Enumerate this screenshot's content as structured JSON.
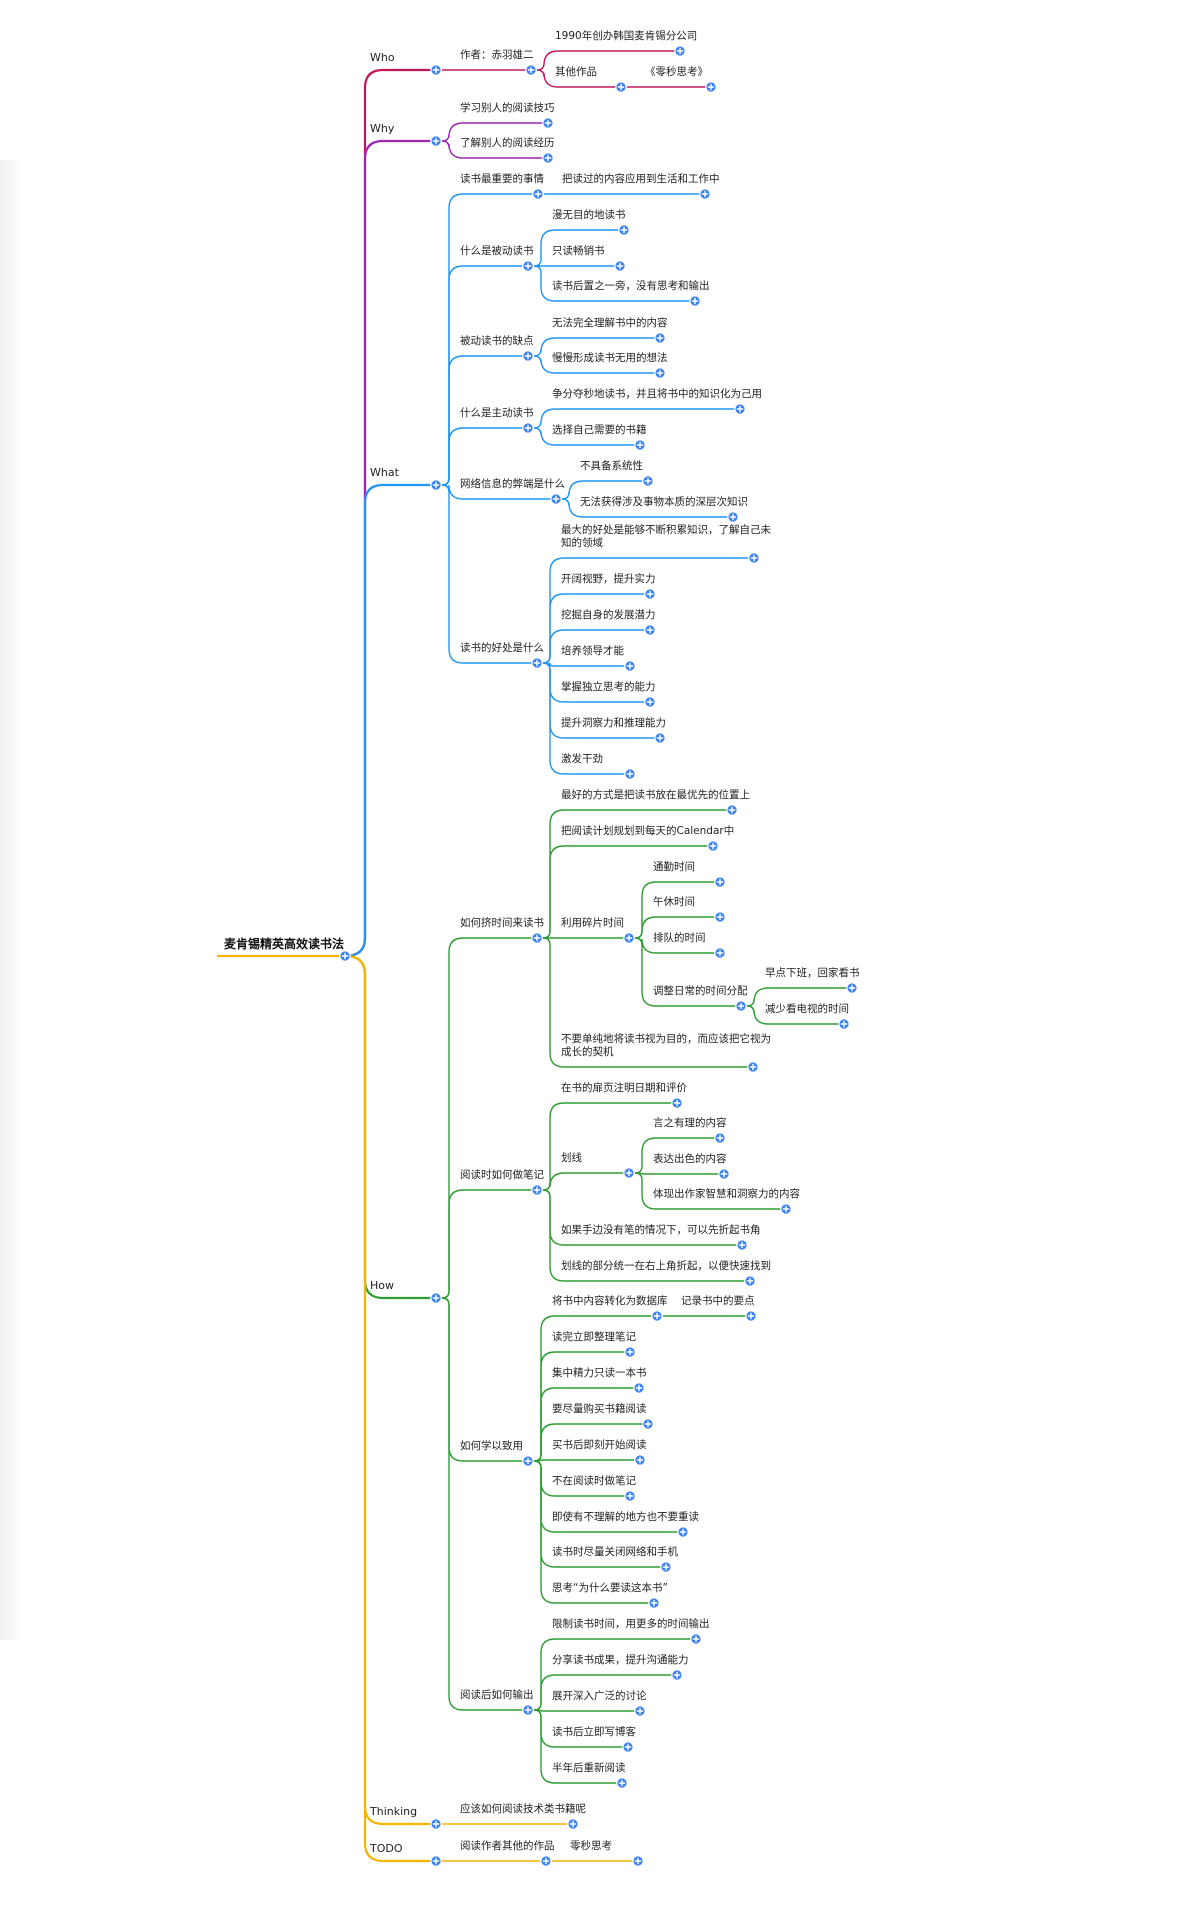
{
  "title": "麦肯锡精英高效读书法",
  "colors": {
    "Who": "#c2185b",
    "Why": "#9c27b0",
    "What": "#2196f3",
    "How": "#2e9d33",
    "Thinking": "#f4b400",
    "TODO": "#f4b400",
    "root": "#f4b400",
    "knob": "#3b82f6"
  },
  "branches": [
    {
      "label": "Who",
      "children": [
        {
          "label": "作者：赤羽雄二",
          "children": [
            {
              "label": "1990年创办韩国麦肯锡分公司"
            },
            {
              "label": "其他作品",
              "children": [
                {
                  "label": "《零秒思考》"
                }
              ]
            }
          ]
        }
      ]
    },
    {
      "label": "Why",
      "children": [
        {
          "label": "学习别人的阅读技巧"
        },
        {
          "label": "了解别人的阅读经历"
        }
      ]
    },
    {
      "label": "What",
      "children": [
        {
          "label": "读书最重要的事情",
          "children": [
            {
              "label": "把读过的内容应用到生活和工作中"
            }
          ]
        },
        {
          "label": "什么是被动读书",
          "children": [
            {
              "label": "漫无目的地读书"
            },
            {
              "label": "只读畅销书"
            },
            {
              "label": "读书后置之一旁，没有思考和输出"
            }
          ]
        },
        {
          "label": "被动读书的缺点",
          "children": [
            {
              "label": "无法完全理解书中的内容"
            },
            {
              "label": "慢慢形成读书无用的想法"
            }
          ]
        },
        {
          "label": "什么是主动读书",
          "children": [
            {
              "label": "争分夺秒地读书，并且将书中的知识化为己用"
            },
            {
              "label": "选择自己需要的书籍"
            }
          ]
        },
        {
          "label": "网络信息的弊端是什么",
          "children": [
            {
              "label": "不具备系统性"
            },
            {
              "label": "无法获得涉及事物本质的深层次知识"
            }
          ]
        },
        {
          "label": "读书的好处是什么",
          "children": [
            {
              "label": "最大的好处是能够不断积累知识，了解自己未知的领域"
            },
            {
              "label": "开阔视野，提升实力"
            },
            {
              "label": "挖掘自身的发展潜力"
            },
            {
              "label": "培养领导才能"
            },
            {
              "label": "掌握独立思考的能力"
            },
            {
              "label": "提升洞察力和推理能力"
            },
            {
              "label": "激发干劲"
            }
          ]
        }
      ]
    },
    {
      "label": "How",
      "children": [
        {
          "label": "如何挤时间来读书",
          "children": [
            {
              "label": "最好的方式是把读书放在最优先的位置上"
            },
            {
              "label": "把阅读计划规划到每天的Calendar中"
            },
            {
              "label": "利用碎片时间",
              "children": [
                {
                  "label": "通勤时间"
                },
                {
                  "label": "午休时间"
                },
                {
                  "label": "排队的时间"
                },
                {
                  "label": "调整日常的时间分配",
                  "children": [
                    {
                      "label": "早点下班，回家看书"
                    },
                    {
                      "label": "减少看电视的时间"
                    }
                  ]
                }
              ]
            },
            {
              "label": "不要单纯地将读书视为目的，而应该把它视为成长的契机"
            }
          ]
        },
        {
          "label": "阅读时如何做笔记",
          "children": [
            {
              "label": "在书的扉页注明日期和评价"
            },
            {
              "label": "划线",
              "children": [
                {
                  "label": "言之有理的内容"
                },
                {
                  "label": "表达出色的内容"
                },
                {
                  "label": "体现出作家智慧和洞察力的内容"
                }
              ]
            },
            {
              "label": "如果手边没有笔的情况下，可以先折起书角"
            },
            {
              "label": "划线的部分统一在右上角折起，以便快速找到"
            }
          ]
        },
        {
          "label": "如何学以致用",
          "children": [
            {
              "label": "将书中内容转化为数据库",
              "children": [
                {
                  "label": "记录书中的要点"
                }
              ]
            },
            {
              "label": "读完立即整理笔记"
            },
            {
              "label": "集中精力只读一本书"
            },
            {
              "label": "要尽量购买书籍阅读"
            },
            {
              "label": "买书后即刻开始阅读"
            },
            {
              "label": "不在阅读时做笔记"
            },
            {
              "label": "即使有不理解的地方也不要重读"
            },
            {
              "label": "读书时尽量关闭网络和手机"
            },
            {
              "label": "思考“为什么要读这本书”"
            }
          ]
        },
        {
          "label": "阅读后如何输出",
          "children": [
            {
              "label": "限制读书时间，用更多的时间输出"
            },
            {
              "label": "分享读书成果，提升沟通能力"
            },
            {
              "label": "展开深入广泛的讨论"
            },
            {
              "label": "读书后立即写博客"
            },
            {
              "label": "半年后重新阅读"
            }
          ]
        }
      ]
    },
    {
      "label": "Thinking",
      "children": [
        {
          "label": "应该如何阅读技术类书籍呢"
        }
      ]
    },
    {
      "label": "TODO",
      "children": [
        {
          "label": "阅读作者其他的作品",
          "children": [
            {
              "label": "零秒思考"
            }
          ]
        }
      ]
    }
  ]
}
